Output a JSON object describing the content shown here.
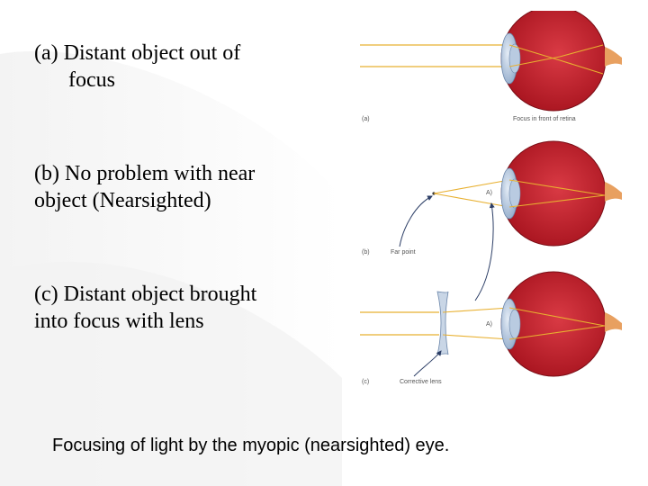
{
  "captions": {
    "a_line1": "(a) Distant object out of",
    "a_line2": "focus",
    "b_line1": "(b) No problem with near",
    "b_line2": "object (Nearsighted)",
    "c_line1": "(c) Distant object brought",
    "c_line2": "into focus with lens"
  },
  "figure": {
    "panel_a": {
      "tag": "(a)",
      "note": "Focus in front of retina"
    },
    "panel_b": {
      "tag": "(b)",
      "note": "Far point",
      "marker": "A)"
    },
    "panel_c": {
      "tag": "(c)",
      "note": "Corrective lens",
      "marker": "A)"
    }
  },
  "bottom_caption": "Focusing of light by the myopic (nearsighted) eye.",
  "colors": {
    "eye_red": "#c8212e",
    "ray_yellow": "#e8b030",
    "lens_blue": "#9fb8d6",
    "arrow_navy": "#2c3e66"
  }
}
